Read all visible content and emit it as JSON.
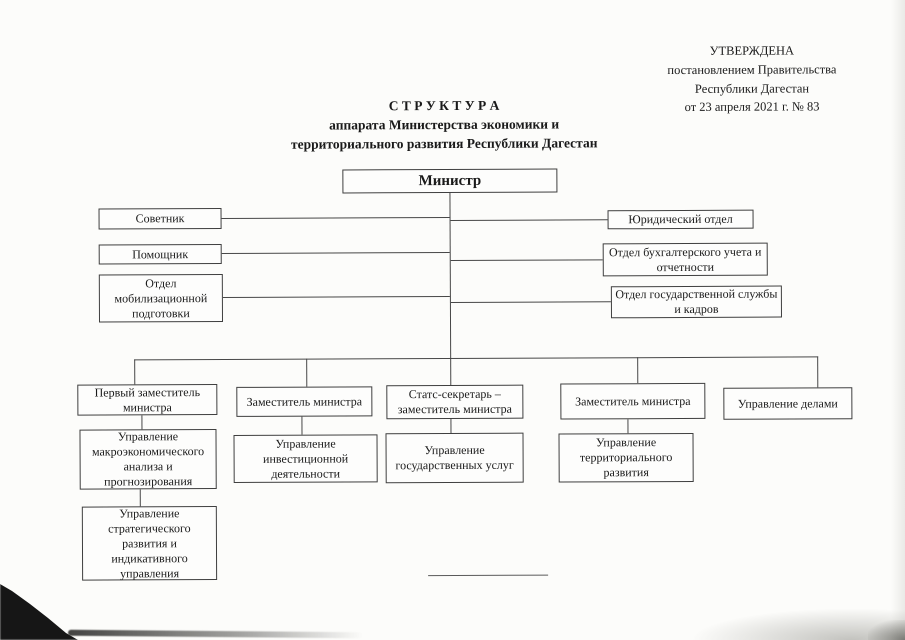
{
  "approval": {
    "lines": [
      "УТВЕРЖДЕНА",
      "постановлением Правительства",
      "Республики Дагестан",
      "от  23 апреля 2021 г. № 83"
    ]
  },
  "title": {
    "lines": [
      "С Т Р У К Т У Р А",
      "аппарата Министерства экономики и",
      "территориального развития Республики Дагестан"
    ]
  },
  "org": {
    "minister": "Министр",
    "advisor": "Советник",
    "assistant": "Помощник",
    "mobilization_dept": "Отдел мобилизационной подготовки",
    "legal_dept": "Юридический отдел",
    "accounting_dept": "Отдел бухгалтерского учета и отчетности",
    "civil_service_dept": "Отдел государственной службы и кадров",
    "first_deputy": "Первый заместитель министра",
    "deputy_minister_2": "Заместитель министра",
    "state_secretary": "Статс-секретарь – заместитель министра",
    "deputy_minister_4": "Заместитель министра",
    "administration": "Управление делами",
    "macro_analysis": "Управление макроэкономического анализа и прогнозирования",
    "investment": "Управление инвестиционной деятельности",
    "state_services": "Управление государственных услуг",
    "territorial": "Управление территориального развития",
    "strategic": "Управление стратегического развития и индикативного управления"
  }
}
